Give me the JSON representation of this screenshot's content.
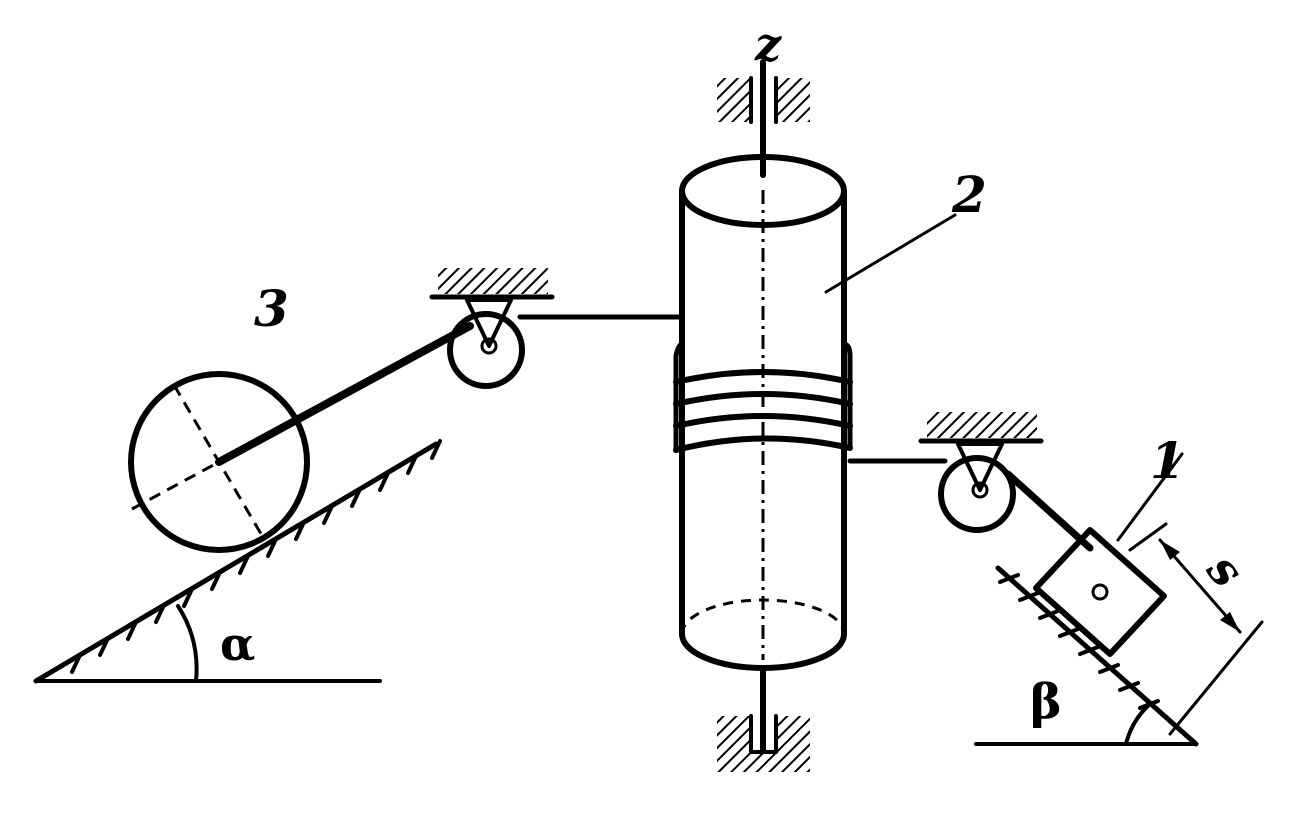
{
  "labels": {
    "axis_z": "z",
    "body_1": "1",
    "body_2": "2",
    "body_3": "3",
    "angle_alpha": "α",
    "angle_beta": "β",
    "displacement_s": "s"
  },
  "colors": {
    "ink": "#000000",
    "background": "#ffffff"
  }
}
